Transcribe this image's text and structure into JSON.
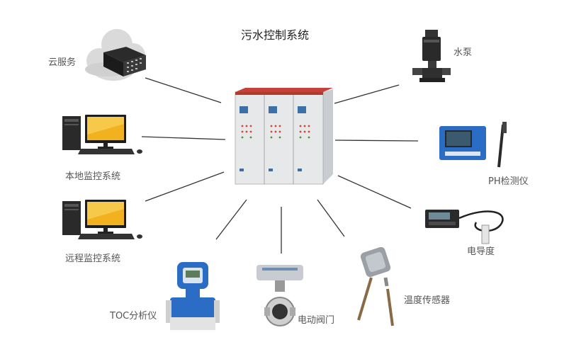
{
  "title": "污水控制系统",
  "nodes": {
    "cloud": {
      "label": "云服务",
      "icon": "cloud-server-icon"
    },
    "local_monitor": {
      "label": "本地监控系统",
      "icon": "desktop-computer-icon"
    },
    "remote_monitor": {
      "label": "远程监控系统",
      "icon": "desktop-computer-icon"
    },
    "toc": {
      "label": "TOC分析仪",
      "icon": "flowmeter-icon"
    },
    "valve": {
      "label": "电动阀门",
      "icon": "butterfly-valve-icon"
    },
    "temperature": {
      "label": "温度传感器",
      "icon": "thermocouple-icon"
    },
    "conductivity": {
      "label": "电导度",
      "icon": "conductivity-meter-icon"
    },
    "ph": {
      "label": "PH检测仪",
      "icon": "ph-meter-icon"
    },
    "pump": {
      "label": "水泵",
      "icon": "water-pump-icon"
    },
    "cabinet": {
      "icon": "control-cabinet-icon"
    }
  },
  "colors": {
    "line": "#333333",
    "cabinet": "#e6e8ea",
    "cabinet_top": "#b23a2c",
    "screen": "#e8a81c",
    "meter_blue": "#2b6cc4"
  }
}
